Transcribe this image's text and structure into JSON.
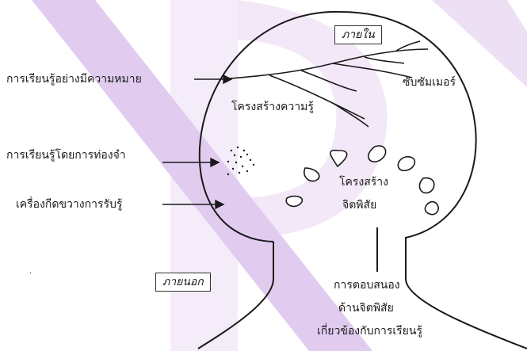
{
  "labels": {
    "inside": "ภายใน",
    "outside": "ภายนอก",
    "meaningful_learning": "การเรียนรู้อย่างมีความหมาย",
    "rote_learning": "การเรียนรู้โดยการท่องจำ",
    "perceptual_barrier": "เครื่องกีดขวางการรับรู้",
    "subsumer": "ซับซัมเมอร์",
    "knowledge_structure": "โครงสร้างความรู้",
    "affective_structure_1": "โครงสร้าง",
    "affective_structure_2": "จิตพิสัย",
    "affective_response_1": "การตอบสนอง",
    "affective_response_2": "ด้านจิตพิสัย",
    "affective_response_3": "เกี่ยวข้องกับการเรียนรู้"
  },
  "colors": {
    "watermark": "#c9a3e3",
    "stroke": "#1a1a1a"
  }
}
